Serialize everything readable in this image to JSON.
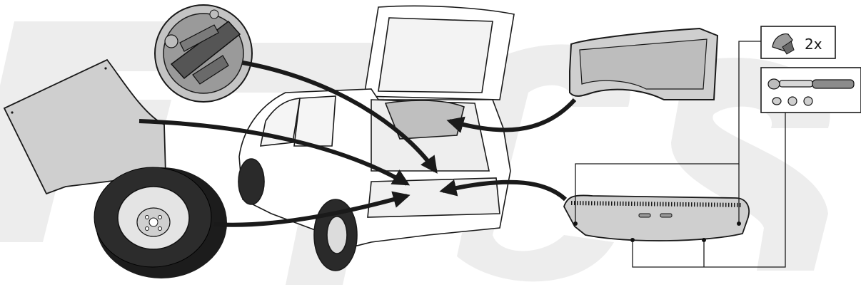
{
  "diagram": {
    "quantity_callout": {
      "text": "2x",
      "icon": "push-clip-icon"
    },
    "components": [
      {
        "id": "floor-mat",
        "icon": "trunk-floor-mat-icon"
      },
      {
        "id": "tool-tray",
        "icon": "tool-tray-icon"
      },
      {
        "id": "spare-wheel",
        "icon": "spare-wheel-icon"
      },
      {
        "id": "car",
        "icon": "hatchback-car-icon"
      },
      {
        "id": "parcel-shelf",
        "icon": "parcel-shelf-icon"
      },
      {
        "id": "trim-panel",
        "icon": "boot-sill-trim-icon"
      },
      {
        "id": "tools",
        "icon": "ratchet-socket-icon"
      }
    ],
    "colors": {
      "line": "#1a1a1a",
      "part_fill": "#d0d0d0",
      "watermark": "#ececec"
    }
  }
}
